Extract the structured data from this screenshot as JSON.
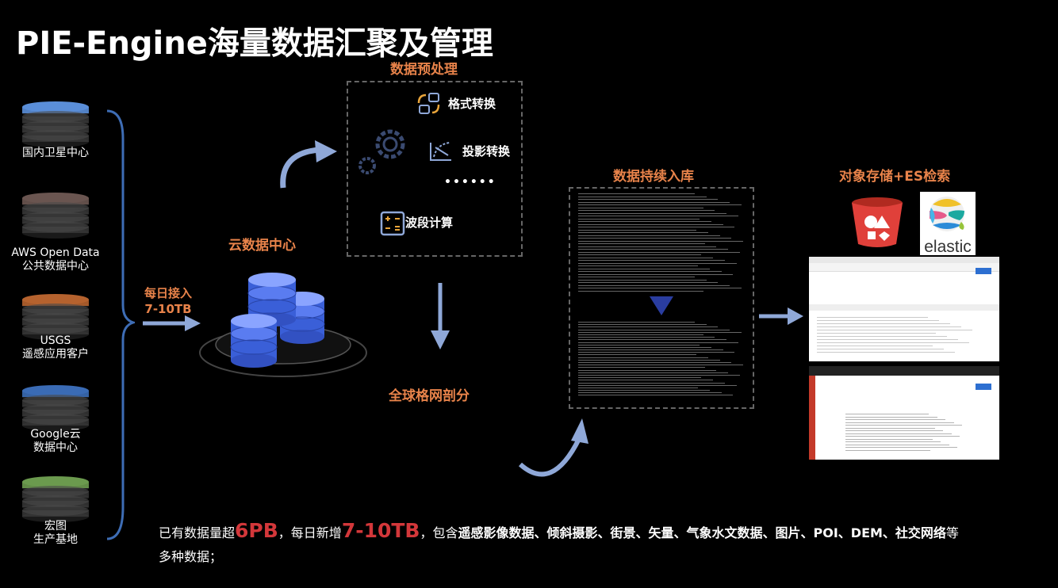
{
  "title": "PIE-Engine海量数据汇聚及管理",
  "sources": [
    {
      "label_line1": "国内卫星中心",
      "label_line2": "",
      "color": "#5a8ed8"
    },
    {
      "label_line1": "AWS Open Data",
      "label_line2": "公共数据中心",
      "color": "#6a5550"
    },
    {
      "label_line1": "USGS",
      "label_line2": "遥感应用客户",
      "color": "#b5622e"
    },
    {
      "label_line1": "Google云",
      "label_line2": "数据中心",
      "color": "#3a6bb5"
    },
    {
      "label_line1": "宏图",
      "label_line2": "生产基地",
      "color": "#6b9a4e"
    }
  ],
  "ingest": {
    "line1": "每日接入",
    "line2": "7-10TB"
  },
  "cloud_center": "云数据中心",
  "preprocess": {
    "title": "数据预处理",
    "items": [
      "格式转换",
      "投影转换",
      "波段计算"
    ],
    "ellipsis": "••••••"
  },
  "grid_split": "全球格网剖分",
  "continuous_ingest": "数据持续入库",
  "storage": {
    "title": "对象存储+ES检索",
    "elastic_label": "elastic"
  },
  "bottom": {
    "p1": "已有数据量超",
    "v1": "6PB",
    "p2": "，每日新增",
    "v2": "7-10TB",
    "p3": "，包含",
    "p4": "遥感影像数据、倾斜摄影、街景、矢量、气象水文数据、图片、POI、DEM、社交网络",
    "p5": "等多种数据；"
  },
  "colors": {
    "accent": "#e8834a",
    "arrow": "#8fa8d8",
    "red": "#d3373a"
  }
}
